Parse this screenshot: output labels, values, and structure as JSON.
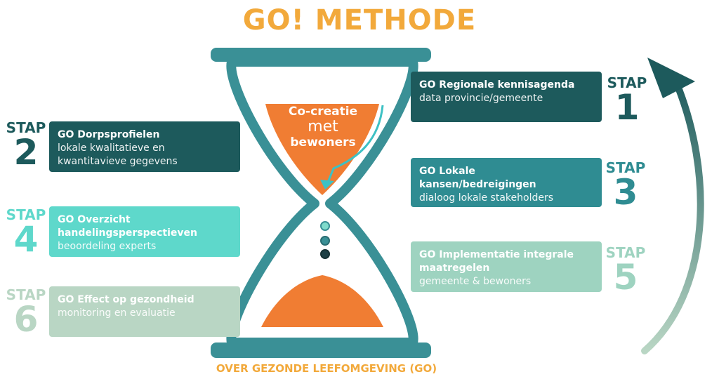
{
  "title": "GO! METHODE",
  "footer": "OVER GEZONDE LEEFOMGEVING (GO)",
  "center": {
    "line1": "Co-creatie",
    "line2": "met",
    "line3": "bewoners"
  },
  "steps": [
    {
      "stap": "STAP",
      "number": "1",
      "title": "GO Regionale kennisagenda",
      "subtitle": "data provincie/gemeente",
      "color": "#1D5A5C"
    },
    {
      "stap": "STAP",
      "number": "2",
      "title": "GO Dorpsprofielen",
      "subtitle": "lokale kwalitatieve en kwantitavieve gegevens",
      "color": "#1D5A5C"
    },
    {
      "stap": "STAP",
      "number": "3",
      "title": "GO Lokale kansen/bedreigingen",
      "subtitle": "dialoog lokale stakeholders",
      "color": "#2F8C92"
    },
    {
      "stap": "STAP",
      "number": "4",
      "title": "GO Overzicht handelingsperspectieven",
      "subtitle": "beoordeling experts",
      "color": "#5ED8CB"
    },
    {
      "stap": "STAP",
      "number": "5",
      "title": "GO Implementatie integrale maatregelen",
      "subtitle": "gemeente & bewoners",
      "color": "#9ED3C0"
    },
    {
      "stap": "STAP",
      "number": "6",
      "title": "GO Effect op gezondheid",
      "subtitle": "monitoring en evaluatie",
      "color": "#B9D6C4"
    }
  ],
  "colors": {
    "hourglass": "#3A9096",
    "sand": "#F07D33",
    "title": "#F2A93B",
    "arrow_top": "#1D5A5C",
    "arrow_bottom": "#B9D6C4"
  }
}
